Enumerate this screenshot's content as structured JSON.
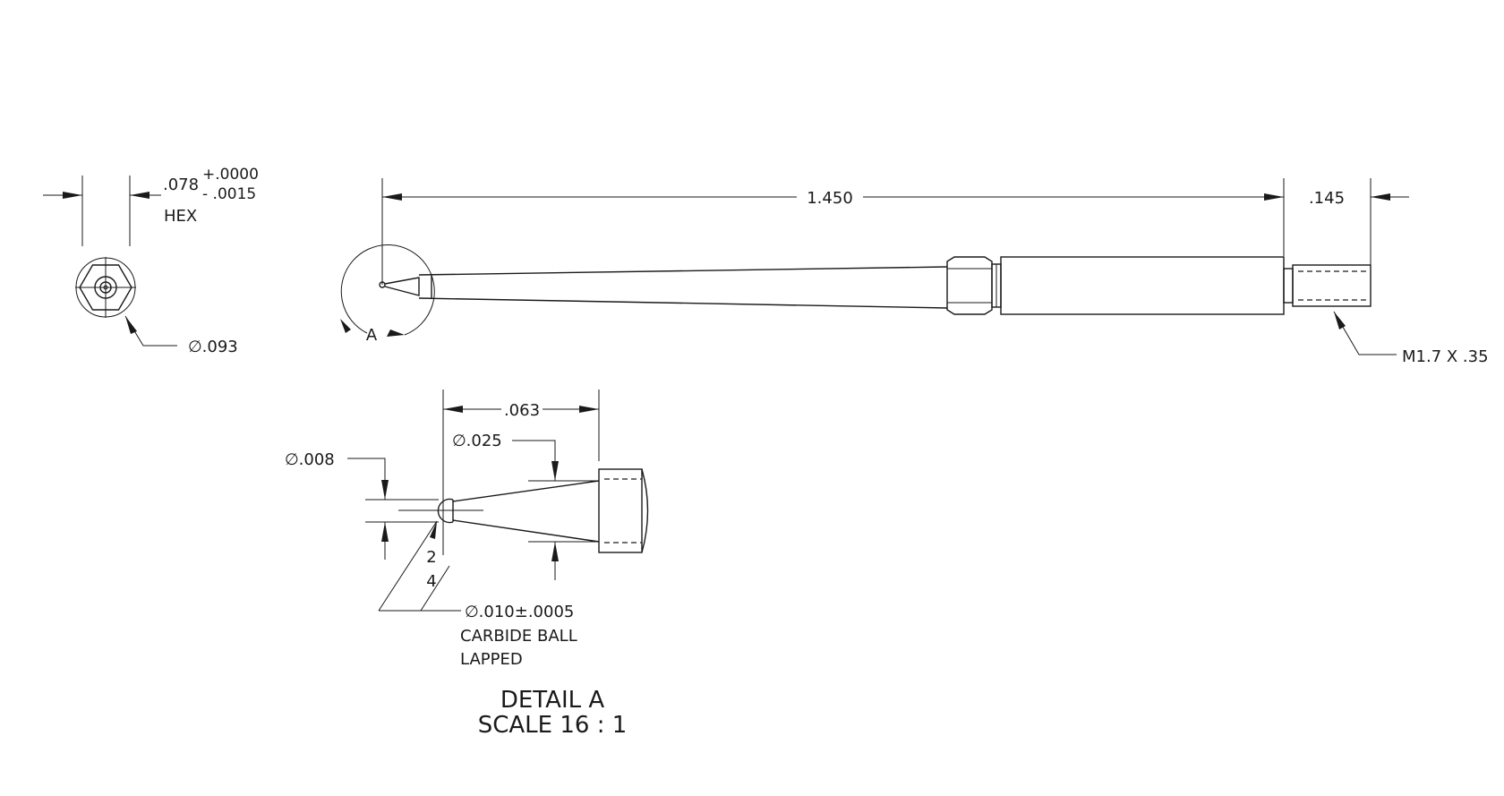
{
  "end_view": {
    "hex_across": ".078",
    "tol_plus": "+.0000",
    "tol_minus": "- .0015",
    "hex_label": "HEX",
    "diameter": "∅.093"
  },
  "side_view": {
    "overall_length": "1.450",
    "thread_length": ".145",
    "thread_spec": "M1.7 X .35",
    "detail_marker": "A"
  },
  "detail_view": {
    "length": ".063",
    "shank_diameter": "∅.025",
    "tip_diameter": "∅.008",
    "angle_top": "2",
    "angle_bottom": "4",
    "ball_spec": "∅.010±.0005",
    "ball_material": "CARBIDE BALL",
    "ball_finish": "LAPPED",
    "title": "DETAIL A",
    "scale": "SCALE 16 : 1"
  }
}
